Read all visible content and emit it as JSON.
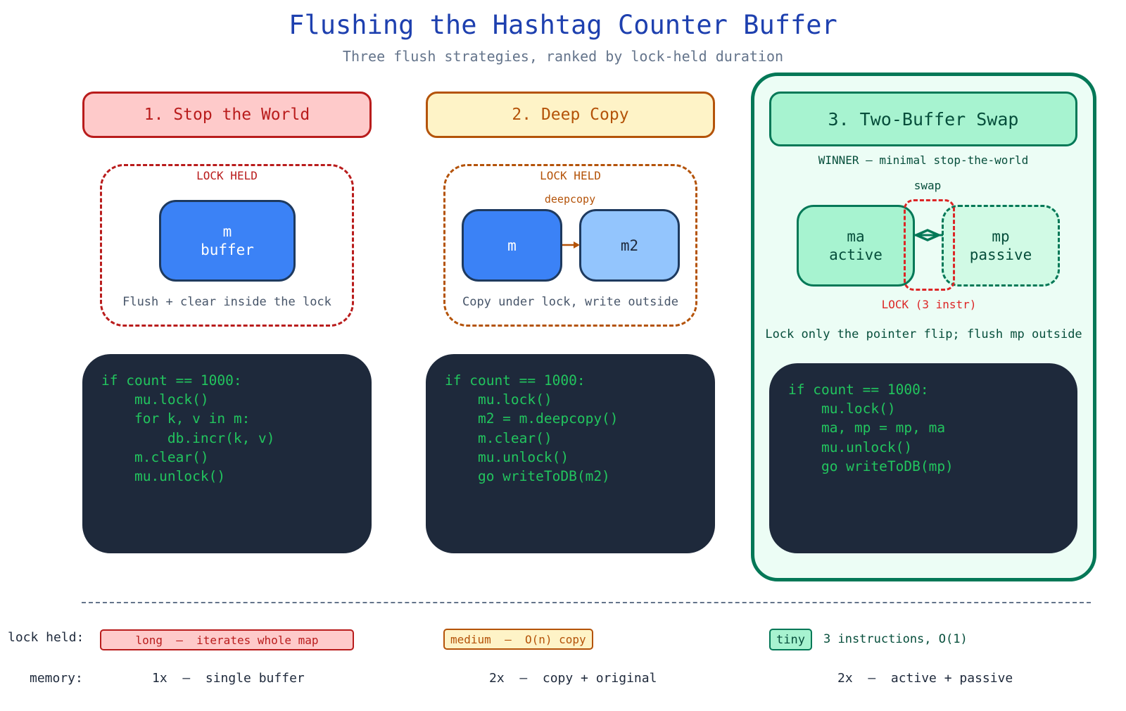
{
  "title": "Flushing the Hashtag Counter Buffer",
  "subtitle": "Three flush strategies, ranked by lock-held duration",
  "colors": {
    "red": "#b91c1c",
    "orange": "#b45309",
    "green": "#047857",
    "blue": "#3b82f6",
    "lightblue": "#93c5fd",
    "code_bg": "#1e293b",
    "code_text": "#22c55e"
  },
  "strategies": [
    {
      "header": "1. Stop the World",
      "lock_label": "LOCK HELD",
      "buffer_name": "m",
      "buffer_role": "buffer",
      "caption": "Flush + clear inside the lock",
      "code": "if count == 1000:\n    mu.lock()\n    for k, v in m:\n        db.incr(k, v)\n    m.clear()\n    mu.unlock()"
    },
    {
      "header": "2. Deep Copy",
      "lock_label": "LOCK HELD",
      "copy_label": "deepcopy",
      "buffer_a": "m",
      "buffer_b": "m2",
      "caption": "Copy under lock, write outside",
      "code": "if count == 1000:\n    mu.lock()\n    m2 = m.deepcopy()\n    m.clear()\n    mu.unlock()\n    go writeToDB(m2)"
    },
    {
      "header": "3. Two-Buffer Swap",
      "winner_label": "WINNER  –  minimal stop-the-world",
      "swap_label": "swap",
      "active_name": "ma",
      "active_role": "active",
      "passive_name": "mp",
      "passive_role": "passive",
      "lock_label": "LOCK (3 instr)",
      "caption": "Lock only the pointer flip; flush mp outside",
      "code": "if count == 1000:\n    mu.lock()\n    ma, mp = mp, ma\n    mu.unlock()\n    go writeToDB(mp)"
    }
  ],
  "comparison": {
    "lock_held_label": "lock held:",
    "memory_label": "memory:",
    "lock_held": [
      {
        "badge": "long  –  iterates whole map"
      },
      {
        "badge": "medium  –  O(n) copy"
      },
      {
        "badge": "tiny",
        "note": "3 instructions, O(1)"
      }
    ],
    "memory": [
      "1x  –  single buffer",
      "2x  –  copy + original",
      "2x  –  active + passive"
    ]
  }
}
